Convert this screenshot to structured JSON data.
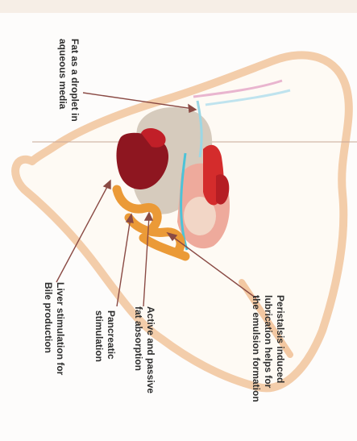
{
  "labels": {
    "fat_droplet": [
      "Fat as a droplet in",
      "aqueous media"
    ],
    "liver": [
      "Liver stimulation for",
      "Bile production"
    ],
    "pancreatic": [
      "Pancreatic",
      "stimulation"
    ],
    "fat_absorption": [
      "Active and passive",
      "fat absorption"
    ],
    "peristalsis": [
      "Peristalsis induced",
      "lubrication helps for",
      "the emulsion formation"
    ]
  },
  "colors": {
    "body_outline": "#f3c8a2",
    "body_fill": "#fffaf4",
    "liver": "#8e1620",
    "kidney": "#d42c2c",
    "intestine": "#eb9a37",
    "stomach": "#d6cbbd",
    "pink_organ": "#eeaa9c",
    "duct": "#4cc3d8",
    "arrow": "#8a4a44"
  }
}
